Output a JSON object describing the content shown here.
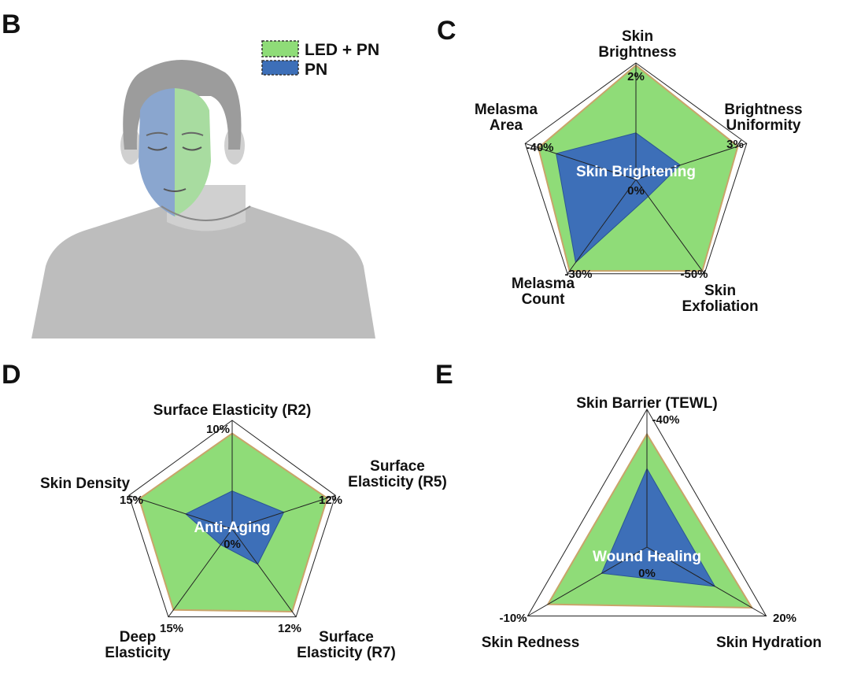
{
  "panel_letters": {
    "b": "B",
    "c": "C",
    "d": "D",
    "e": "E"
  },
  "legend": [
    {
      "label": "LED + PN",
      "color": "#8fdc78"
    },
    {
      "label": "PN",
      "color": "#3d6fb8"
    }
  ],
  "colors": {
    "led_pn_fill": "#8fdc78",
    "led_pn_edge": "#c9a46a",
    "pn_fill": "#3d6fb8",
    "face_pn": "#8aa6cf",
    "face_led": "#a8dca0",
    "hair": "#9c9c9c",
    "skin": "#d0d0d0",
    "shirt": "#bdbdbd"
  },
  "chart_data": [
    {
      "type": "radar",
      "panel": "C",
      "center_title": "Skin Brightening",
      "center_value": "0%",
      "axes": [
        {
          "label": [
            "Skin",
            "Brightness"
          ],
          "max_label": "2%",
          "series_values": [
            0.98,
            0.4
          ]
        },
        {
          "label": [
            "Brightness",
            "Uniformity"
          ],
          "max_label": "3%",
          "series_values": [
            0.92,
            0.4
          ]
        },
        {
          "label": [
            "Skin",
            "Exfoliation"
          ],
          "max_label": "-50%",
          "series_values": [
            0.97,
            0.18
          ]
        },
        {
          "label": [
            "Melasma",
            "Count"
          ],
          "max_label": "-30%",
          "series_values": [
            0.97,
            0.88
          ]
        },
        {
          "label": [
            "Melasma",
            "Area"
          ],
          "max_label": "-40%",
          "series_values": [
            0.88,
            0.72
          ]
        }
      ],
      "series": [
        {
          "name": "LED + PN"
        },
        {
          "name": "PN"
        }
      ]
    },
    {
      "type": "radar",
      "panel": "D",
      "center_title": "Anti-Aging",
      "center_value": "0%",
      "axes": [
        {
          "label": [
            "Surface Elasticity (R2)"
          ],
          "max_label": "10%",
          "series_values": [
            0.88,
            0.35
          ]
        },
        {
          "label": [
            "Surface",
            "Elasticity (R5)"
          ],
          "max_label": "12%",
          "series_values": [
            0.92,
            0.5
          ]
        },
        {
          "label": [
            "Surface",
            "Elasticity (R7)"
          ],
          "max_label": "12%",
          "series_values": [
            0.94,
            0.4
          ]
        },
        {
          "label": [
            "Deep",
            "Elasticity"
          ],
          "max_label": "15%",
          "series_values": [
            0.92,
            0.18
          ]
        },
        {
          "label": [
            "Skin Density"
          ],
          "max_label": "15%",
          "series_values": [
            0.9,
            0.45
          ]
        }
      ],
      "series": [
        {
          "name": "LED + PN"
        },
        {
          "name": "PN"
        }
      ]
    },
    {
      "type": "radar",
      "panel": "E",
      "center_title": "Wound Healing",
      "center_value": "0%",
      "axes": [
        {
          "label": [
            "Skin Barrier (TEWL)"
          ],
          "max_label": "-40%",
          "series_values": [
            0.82,
            0.57
          ]
        },
        {
          "label": [
            "Skin Hydration"
          ],
          "max_label": "20%",
          "series_values": [
            0.88,
            0.57
          ]
        },
        {
          "label": [
            "Skin Redness"
          ],
          "max_label": "-10%",
          "series_values": [
            0.83,
            0.38
          ]
        }
      ],
      "series": [
        {
          "name": "LED + PN"
        },
        {
          "name": "PN"
        }
      ]
    }
  ]
}
